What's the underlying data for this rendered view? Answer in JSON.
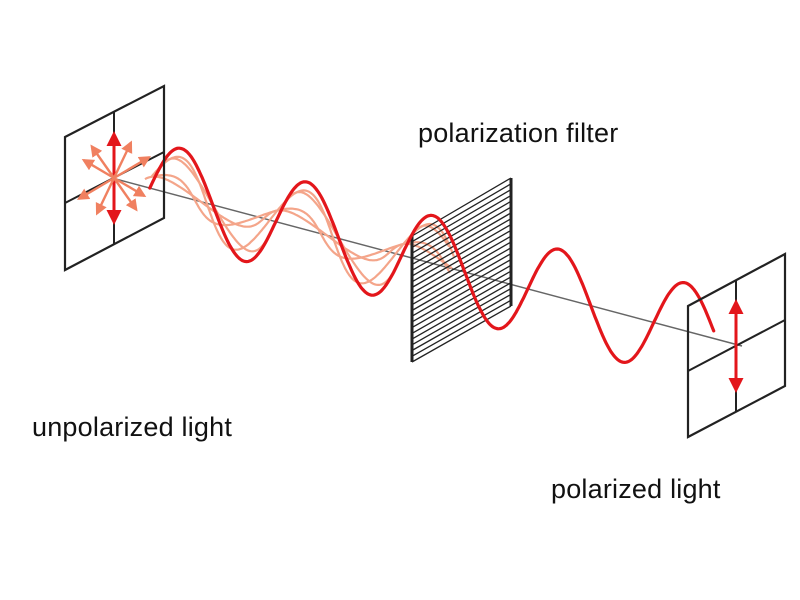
{
  "labels": {
    "filter": "polarization filter",
    "unpolarized": "unpolarized light",
    "polarized": "polarized light"
  },
  "colors": {
    "wave": "#e3161b",
    "wave_faint": "#f4a58a",
    "arrow_faint": "#f08060",
    "frame": "#222222",
    "axis": "#666666"
  },
  "icons": {
    "unpolarized_frame": "unpolarized-field-frame-icon",
    "polarized_frame": "polarized-field-frame-icon",
    "filter": "polarization-filter-grating-icon"
  }
}
